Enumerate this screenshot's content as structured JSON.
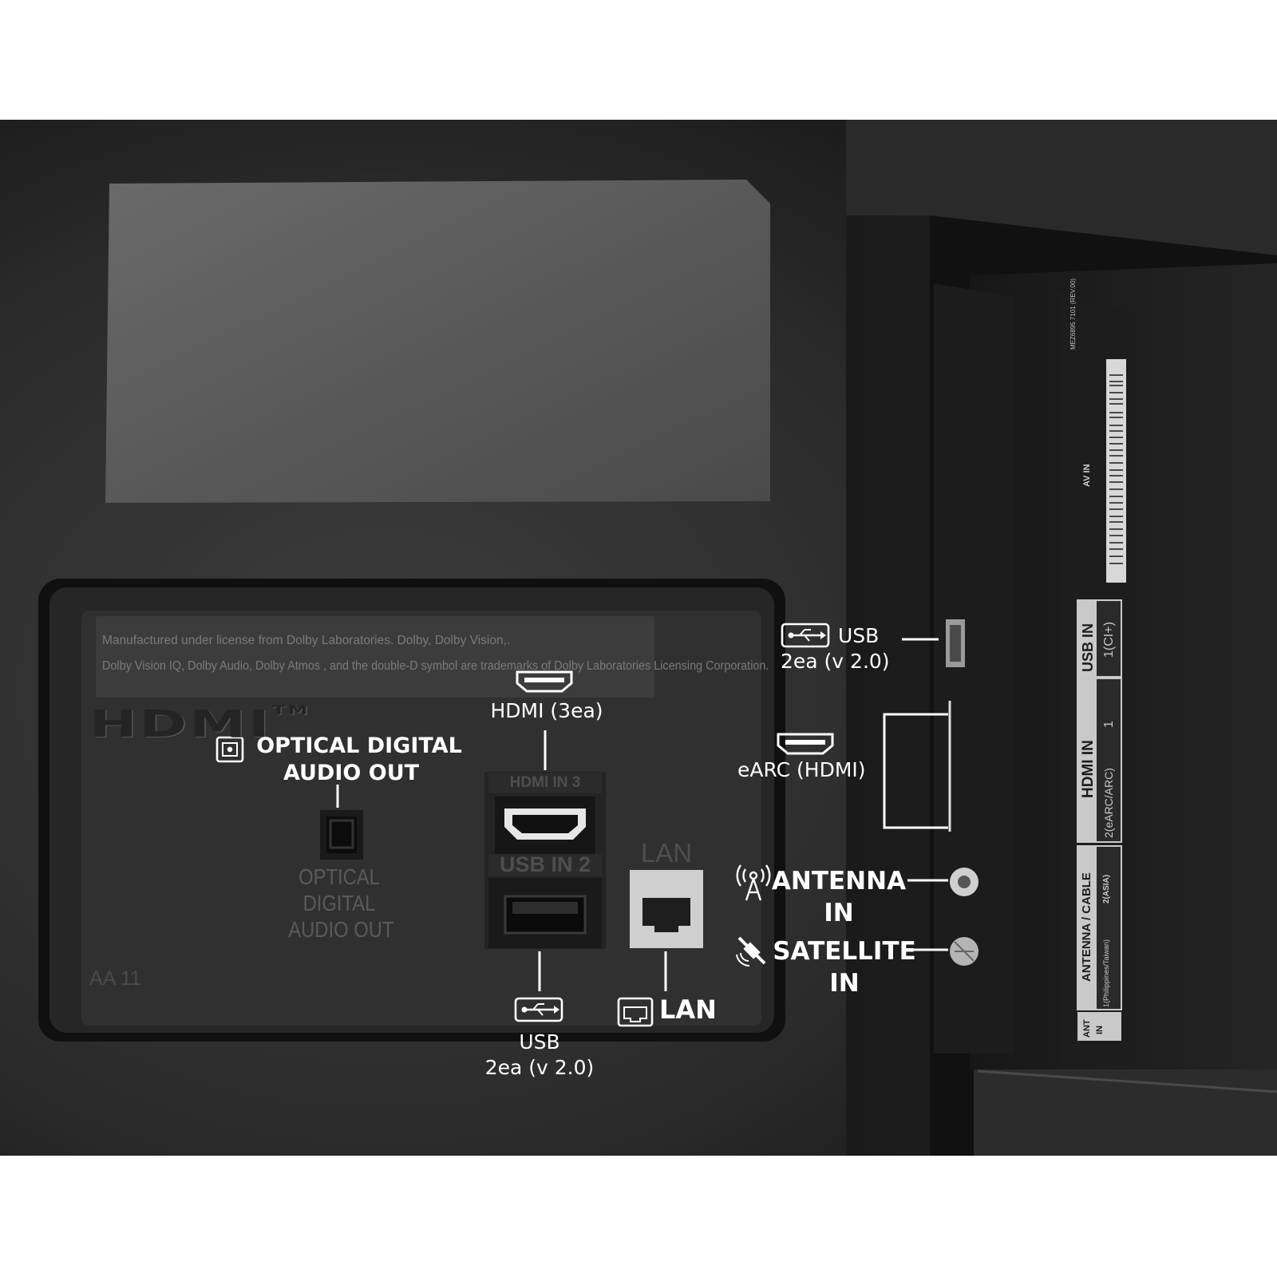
{
  "dolby_notice": {
    "line1": "Manufactured under license from Dolby Laboratories. Dolby, Dolby Vision,.",
    "line2": "Dolby Vision IQ, Dolby Audio, Dolby Atmos , and the double-D symbol are trademarks of Dolby Laboratories Licensing Corporation."
  },
  "hdmi_logo": {
    "text": "HDMI",
    "tm": "TM"
  },
  "panel_engravings": {
    "optical_line1": "OPTICAL",
    "optical_line2": "DIGITAL",
    "optical_line3": "AUDIO OUT",
    "hdmi_in_3": "HDMI IN 3",
    "usb_in_2": "USB IN 2",
    "lan": "LAN",
    "model_code": "AA 11"
  },
  "callouts": {
    "optical": {
      "line1": "OPTICAL DIGITAL",
      "line2": "AUDIO OUT",
      "icon": "optical-port-icon"
    },
    "hdmi_top": {
      "text": "HDMI (3ea)",
      "icon": "hdmi-icon"
    },
    "usb_bottom": {
      "line1": "USB",
      "line2": "2ea (v 2.0)",
      "icon": "usb-icon"
    },
    "lan": {
      "text": "LAN",
      "icon": "ethernet-icon"
    },
    "usb_side": {
      "line1": "USB",
      "line2": "2ea (v 2.0)",
      "icon": "usb-icon"
    },
    "earc": {
      "text": "eARC (HDMI)",
      "icon": "hdmi-icon"
    },
    "antenna": {
      "line1": "ANTENNA",
      "line2": "IN",
      "icon": "antenna-icon"
    },
    "satellite": {
      "line1": "SATELLITE",
      "line2": "IN",
      "icon": "satellite-icon"
    }
  },
  "side_label": {
    "usb_in": "USB IN",
    "usb_in_port": "1(CI+)",
    "hdmi_in": "HDMI IN",
    "hdmi_port_1": "1",
    "hdmi_port_2": "2(eARC/ARC)",
    "antenna_cable": "ANTENNA / CABLE",
    "antenna_port_2": "2(ASIA)",
    "antenna_port_1": "1(Philippines/Taiwan)",
    "ant_in_line1": "ANT",
    "ant_in_line2": "IN",
    "av_in": "AV IN",
    "part_number": "MEZ6895 7101 (REV.00)"
  },
  "colors": {
    "backdrop": "#2e2e2e",
    "panel": "#333333",
    "label_plate": "#3e3e3e",
    "engraving": "#7a7a7a",
    "callout_text": "#ffffff",
    "side_sticker": "#c9c9c9"
  }
}
